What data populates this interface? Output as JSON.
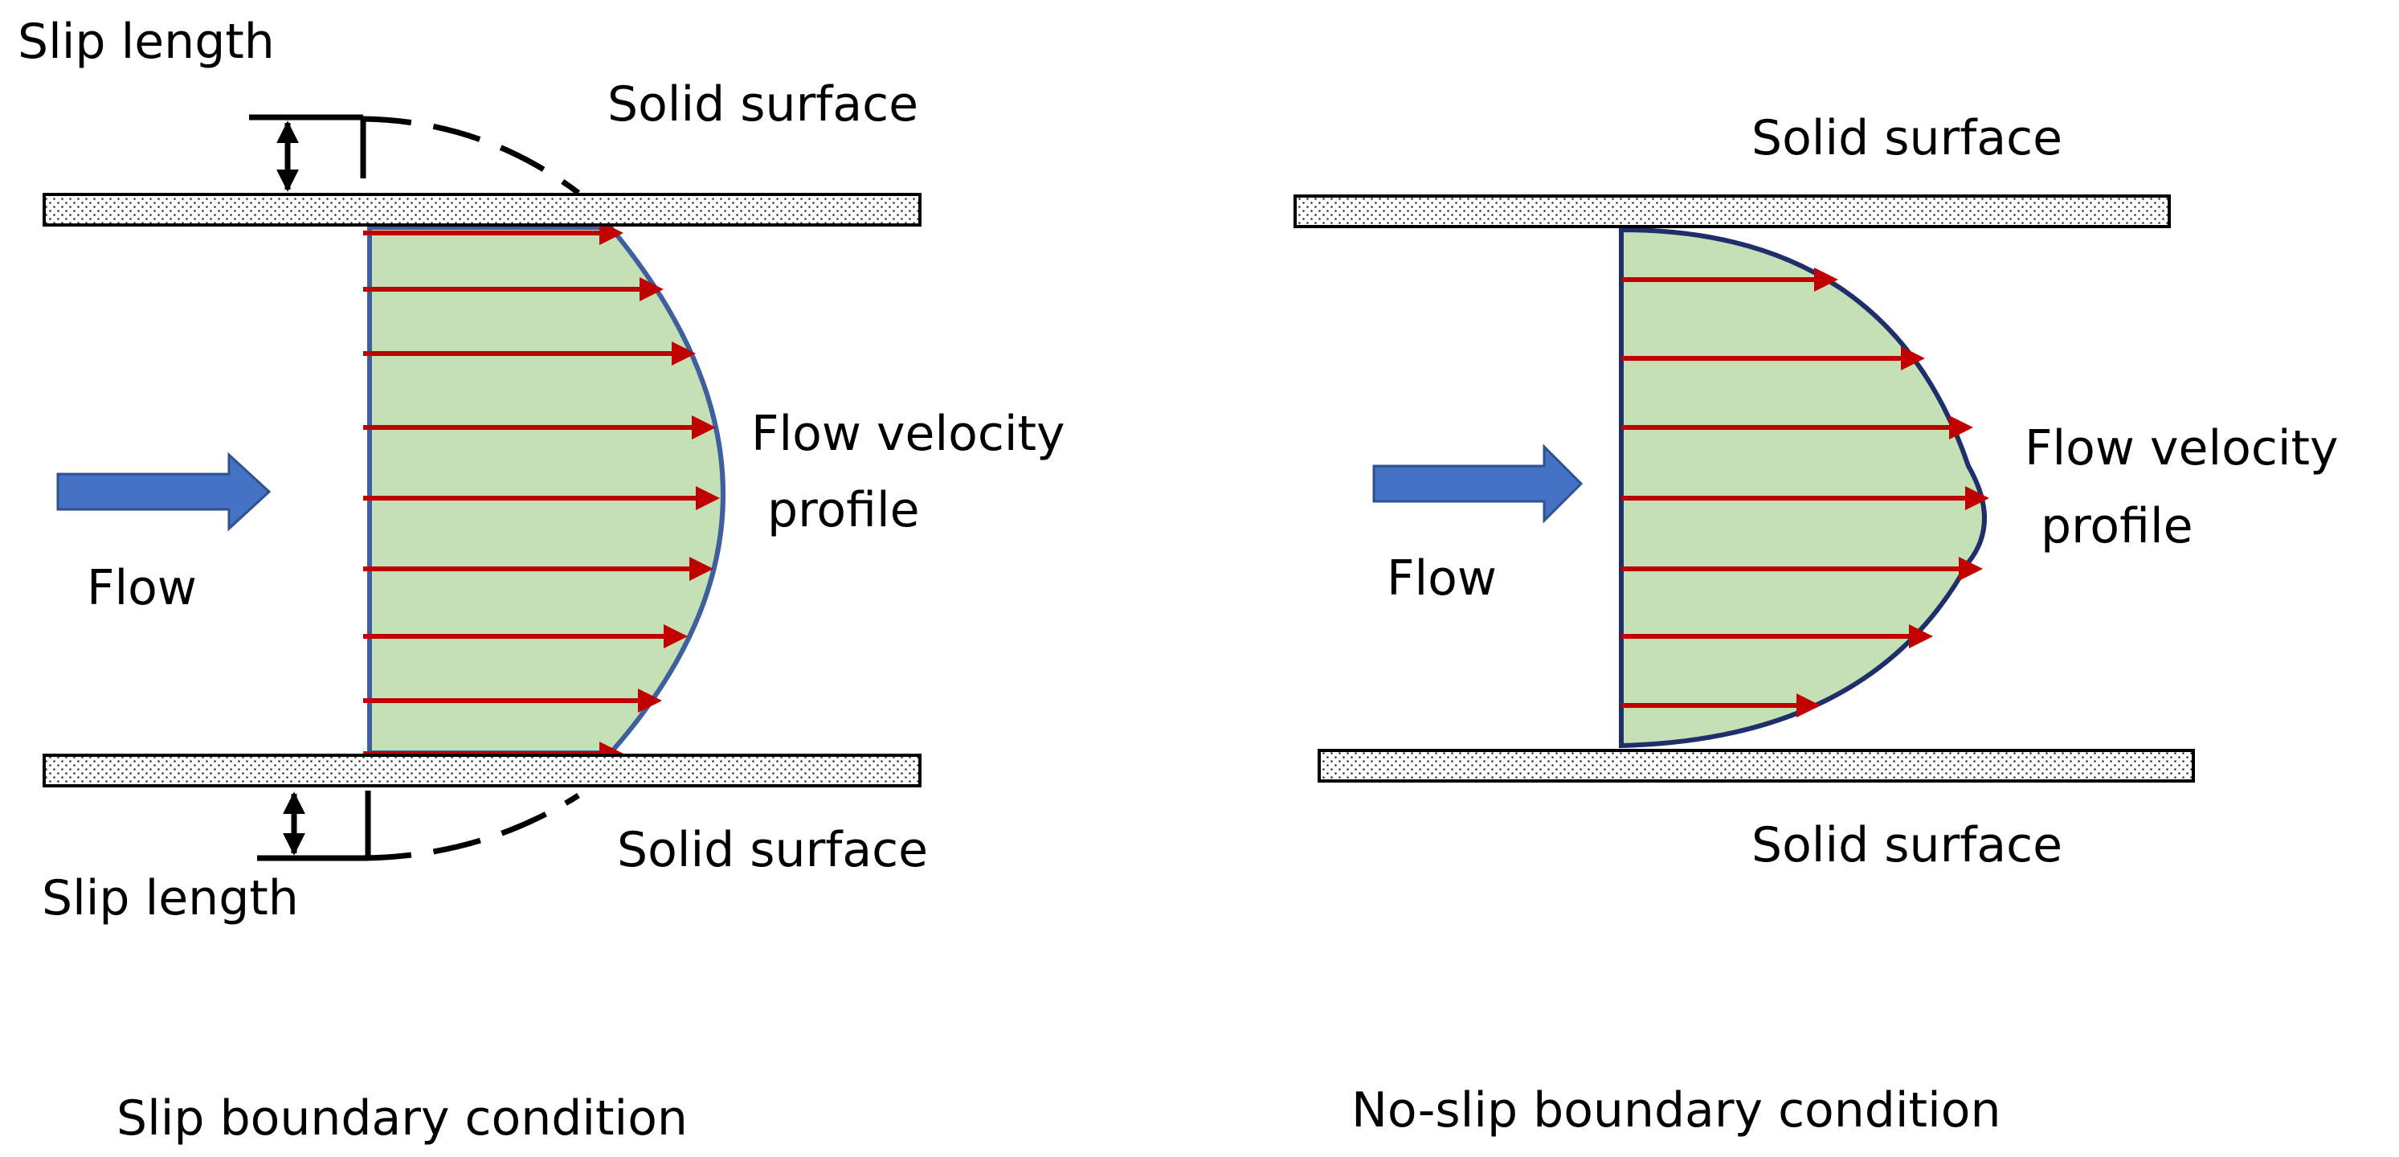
{
  "colors": {
    "surface_fill": "#ffffff",
    "surface_dots": "#333333",
    "profile_fill": "#c5e0b4",
    "profile_outline_slip": "#3f5f9f",
    "profile_outline_noslip": "#1f2f6b",
    "velocity_arrow": "#c00000",
    "flow_arrow": "#4472c4",
    "slip_extension": "#000000"
  },
  "slip_panel": {
    "caption": "Slip boundary condition",
    "top_surface_label": "Solid surface",
    "bottom_surface_label": "Solid surface",
    "slip_length_top_label": "Slip length",
    "slip_length_bottom_label": "Slip length",
    "flow_label": "Flow",
    "profile_label_line1": "Flow velocity",
    "profile_label_line2": "profile",
    "flow_arrow_icon": "right-arrow",
    "velocity_arrow_count": 9
  },
  "noslip_panel": {
    "caption": "No-slip boundary condition",
    "top_surface_label": "Solid surface",
    "bottom_surface_label": "Solid surface",
    "flow_label": "Flow",
    "profile_label_line1": "Flow velocity",
    "profile_label_line2": "profile",
    "flow_arrow_icon": "right-arrow",
    "velocity_arrow_count": 7
  }
}
